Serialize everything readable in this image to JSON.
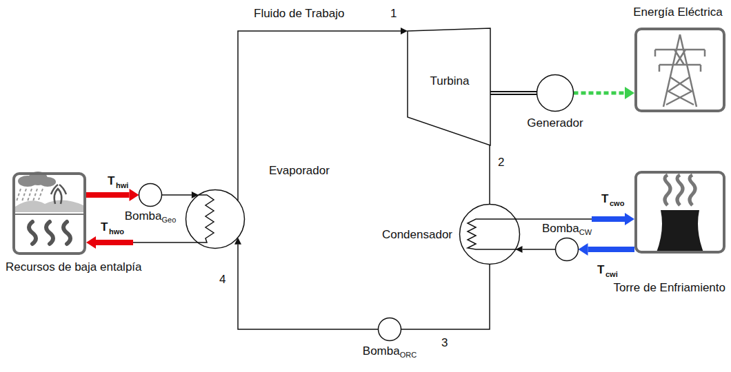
{
  "diagram": {
    "nodes": [
      {
        "text": [
          "Turbina"
        ]
      },
      {
        "text": [
          "Generador"
        ]
      },
      {
        "text": [
          "Energía Eléctrica"
        ]
      },
      {
        "text": [
          "Recursos de baja entalpía"
        ]
      },
      {
        "text": [
          "Bomba",
          "Geo"
        ]
      },
      {
        "text": [
          "Evaporador"
        ]
      },
      {
        "text": [
          "Condensador"
        ]
      },
      {
        "text": [
          "Bomba",
          "CW"
        ]
      },
      {
        "text": [
          "Torre de Enfriamiento"
        ]
      },
      {
        "text": [
          "Bomba",
          "ORC"
        ]
      }
    ],
    "edges": [
      {
        "from": 5,
        "to": 0,
        "arrow": "to"
      },
      {
        "from": 0,
        "to": 6,
        "arrow": "none"
      },
      {
        "from": 6,
        "to": 9,
        "arrow": "none"
      },
      {
        "from": 9,
        "to": 5,
        "arrow": "to"
      },
      {
        "from": 3,
        "to": 4,
        "arrow": "to"
      },
      {
        "from": 4,
        "to": 5,
        "arrow": "to"
      },
      {
        "from": 5,
        "to": 3,
        "arrow": "to"
      },
      {
        "from": 6,
        "to": 8,
        "arrow": "to"
      },
      {
        "from": 8,
        "to": 7,
        "arrow": "to"
      },
      {
        "from": 7,
        "to": 6,
        "arrow": "to"
      },
      {
        "from": 0,
        "to": 1,
        "arrow": "none"
      },
      {
        "from": 1,
        "to": 2,
        "arrow": "to"
      }
    ],
    "labels": [
      "Fluido de Trabajo",
      "1",
      "2",
      "3",
      "4",
      "T",
      "hwi",
      "T",
      "hwo",
      "T",
      "cwo",
      "T",
      "cwi"
    ]
  }
}
